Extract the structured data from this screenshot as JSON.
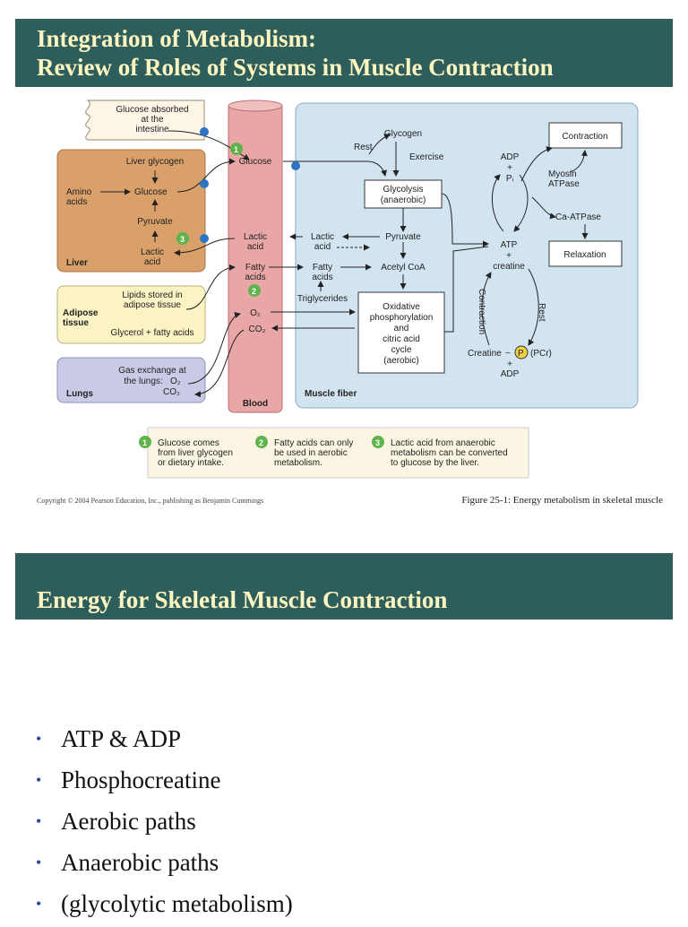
{
  "slide1": {
    "title_line1": "Integration of Metabolism:",
    "title_line2": "Review of Roles of Systems in Muscle Contraction",
    "diagram": {
      "intestine": [
        "Glucose absorbed",
        "at the",
        "intestine"
      ],
      "liver": {
        "label": "Liver",
        "glycogen": "Liver glycogen",
        "amino": [
          "Amino",
          "acids"
        ],
        "glucose": "Glucose",
        "pyruvate": "Pyruvate",
        "lactic": [
          "Lactic",
          "acid"
        ]
      },
      "adipose": {
        "label": [
          "Adipose",
          "tissue"
        ],
        "lipids": [
          "Lipids stored in",
          "adipose tissue"
        ],
        "glycerol": "Glycerol + fatty acids"
      },
      "lungs": {
        "label": "Lungs",
        "gas": [
          "Gas exchange at",
          "the lungs:"
        ],
        "o2": "O₂",
        "co2": "CO₂"
      },
      "blood": {
        "label": "Blood",
        "glucose": "Glucose",
        "lactic": [
          "Lactic",
          "acid"
        ],
        "fatty": [
          "Fatty",
          "acids"
        ],
        "o2": "O₂",
        "co2": "CO₂"
      },
      "muscle": {
        "label": "Muscle fiber",
        "glycogen": "Glycogen",
        "rest": "Rest",
        "exercise": "Exercise",
        "glycolysis": [
          "Glycolysis",
          "(anaerobic)"
        ],
        "lactic": [
          "Lactic",
          "acid"
        ],
        "pyruvate": "Pyruvate",
        "fatty": [
          "Fatty",
          "acids"
        ],
        "acetyl": "Acetyl CoA",
        "triglycerides": "Triglycerides",
        "oxidative": [
          "Oxidative",
          "phosphorylation",
          "and",
          "citric acid",
          "cycle",
          "(aerobic)"
        ],
        "adp_pi": [
          "ADP",
          "+",
          "Pᵢ"
        ],
        "atp": [
          "ATP",
          "+",
          "creatine"
        ],
        "contraction_vert": "Contraction",
        "rest_vert": "Rest",
        "creatine": "Creatine",
        "p": "P",
        "pcr": "(PCr)",
        "adp2": [
          "+",
          "ADP"
        ],
        "contraction_box": "Contraction",
        "myosin": [
          "Myosin",
          "ATPase"
        ],
        "ca_atpase": "Ca-ATPase",
        "relaxation": "Relaxation"
      },
      "legend": [
        {
          "num": "1",
          "text": [
            "Glucose comes",
            "from liver glycogen",
            "or dietary intake."
          ]
        },
        {
          "num": "2",
          "text": [
            "Fatty acids can only",
            "be used in aerobic",
            "metabolism."
          ]
        },
        {
          "num": "3",
          "text": [
            "Lactic acid from anaerobic",
            "metabolism can be converted",
            "to glucose by the liver."
          ]
        }
      ]
    },
    "copyright": "Copyright © 2004 Pearson Education, Inc., publishing as Benjamin Cummings",
    "caption": "Figure 25-1: Energy metabolism in skeletal muscle"
  },
  "slide2": {
    "title": "Energy for Skeletal Muscle Contraction",
    "bullet_char": "•",
    "bullets": [
      "ATP & ADP",
      "Phosphocreatine",
      "Aerobic paths",
      "Anaerobic paths",
      "(glycolytic metabolism)"
    ]
  },
  "colors": {
    "banner": "#2e5e5b",
    "title_text": "#fff5c0",
    "liver": "#d9a06a",
    "adipose": "#fbf3c3",
    "lungs": "#c9cbe6",
    "blood": "#e8a6a6",
    "muscle": "#d3e4f1",
    "badge": "#5fb34a",
    "dot": "#2d74c4",
    "bullet": "#2b4c9a"
  }
}
